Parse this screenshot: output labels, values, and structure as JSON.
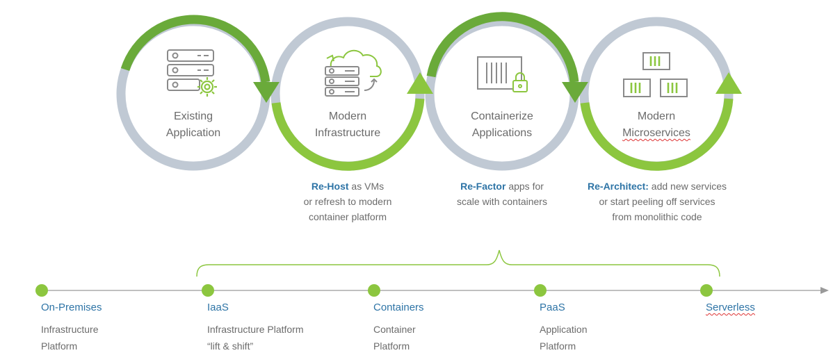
{
  "colors": {
    "green_dark": "#6aaa3a",
    "green_light": "#8cc63f",
    "gray_ring": "#c0c9d4",
    "icon_gray": "#8a8a8a",
    "text_gray": "#6b6b6b",
    "title_blue": "#2e74a6",
    "timeline_line": "#9a9a9a"
  },
  "stages": [
    {
      "icon": "server-gear-icon",
      "lines": [
        "Existing",
        "Application"
      ]
    },
    {
      "icon": "cloud-server-icon",
      "lines": [
        "Modern",
        "Infrastructure"
      ]
    },
    {
      "icon": "locked-container-icon",
      "lines": [
        "Containerize",
        "Applications"
      ]
    },
    {
      "icon": "microservices-blocks-icon",
      "lines": [
        "Modern",
        "Microservices"
      ]
    }
  ],
  "strategies": [
    {
      "keyword": "Re-Host",
      "rest": " as VMs",
      "lines": [
        "or refresh to modern",
        "container platform"
      ]
    },
    {
      "keyword": "Re-Factor",
      "rest": " apps for",
      "lines": [
        "scale with containers"
      ]
    },
    {
      "keyword": "Re-Architect:",
      "rest": " add new services",
      "lines": [
        "or start peeling off services",
        "from monolithic code"
      ]
    }
  ],
  "timeline": [
    {
      "title": "On-Premises",
      "lines": [
        "Infrastructure",
        "Platform"
      ]
    },
    {
      "title": "IaaS",
      "lines": [
        "Infrastructure Platform",
        "“lift & shift”"
      ]
    },
    {
      "title": "Containers",
      "lines": [
        "Container",
        "Platform"
      ]
    },
    {
      "title": "PaaS",
      "lines": [
        "Application",
        "Platform"
      ]
    },
    {
      "title": "Serverless",
      "lines": []
    }
  ]
}
